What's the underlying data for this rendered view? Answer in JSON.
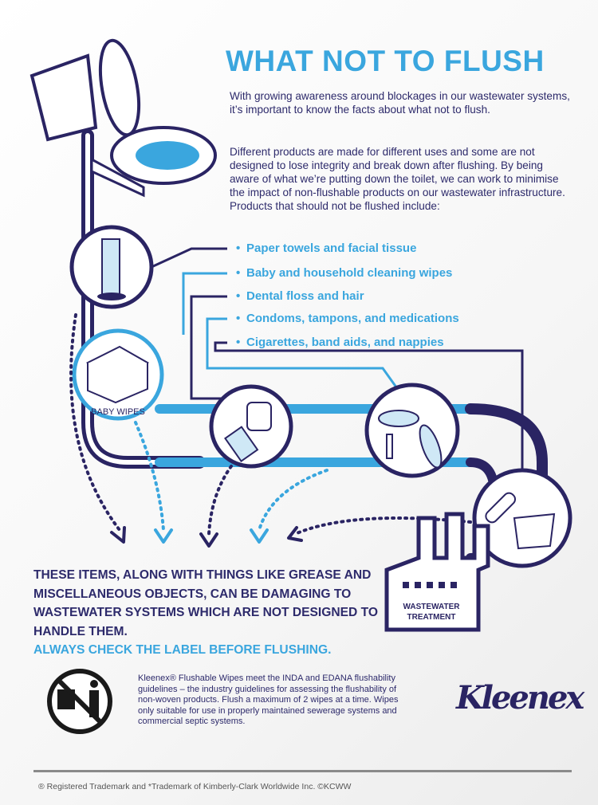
{
  "title": "WHAT NOT TO FLUSH",
  "intro": [
    "With growing awareness around blockages in our wastewater systems, it’s important to know the facts about what not to flush.",
    "Different products are made for different uses and some are not designed to lose integrity and break down after flushing. By being aware of what we’re putting down the toilet, we can work to minimise the impact of non-flushable products on our wastewater infrastructure. Products that should not be flushed include:"
  ],
  "items": [
    "Paper towels and facial tissue",
    "Baby and household cleaning wipes",
    "Dental floss and hair",
    "Condoms, tampons, and medications",
    "Cigarettes, band aids, and nappies"
  ],
  "bullet": "•",
  "illustration": {
    "baby_wipes_label": "BABY WIPES",
    "treatment_label_1": "WASTEWATER",
    "treatment_label_2": "TREATMENT"
  },
  "warning": {
    "text": "THESE ITEMS, ALONG WITH THINGS LIKE GREASE AND MISCELLANEOUS OBJECTS, CAN BE DAMAGING TO WASTEWATER SYSTEMS WHICH ARE NOT DESIGNED TO HANDLE THEM.",
    "highlight": "ALWAYS CHECK THE LABEL BEFORE FLUSHING."
  },
  "disclaimer": "Kleenex® Flushable Wipes meet the INDA and EDANA flushability guidelines – the industry guidelines for assessing the flushability of non-woven products. Flush a maximum of 2 wipes at a time. Wipes only suitable for use in properly maintained sewerage systems and commercial septic systems.",
  "logo": "Kleenex",
  "footer": "® Registered Trademark and *Trademark of Kimberly-Clark Worldwide Inc.  ©KCWW",
  "colors": {
    "navy": "#2a2463",
    "blue": "#3aa6de"
  }
}
